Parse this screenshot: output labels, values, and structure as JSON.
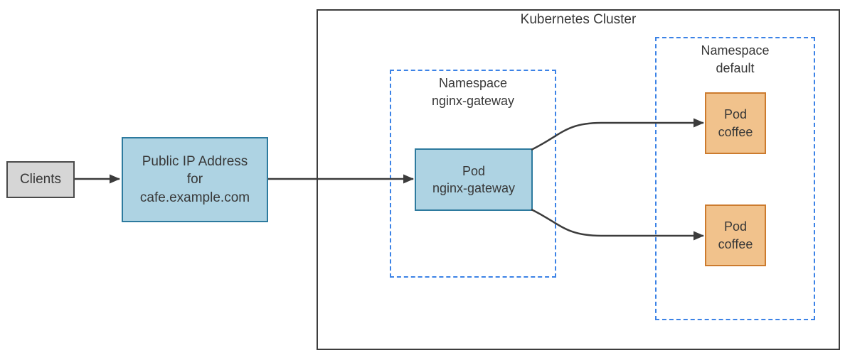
{
  "diagram": {
    "cluster_title": "Kubernetes Cluster",
    "nodes": {
      "clients": {
        "label": "Clients"
      },
      "public_ip": {
        "label": "Public IP Address\nfor\ncafe.example.com"
      },
      "namespace_gateway": {
        "label": "Namespace\nnginx-gateway"
      },
      "pod_gateway": {
        "label": "Pod\nnginx-gateway"
      },
      "namespace_default": {
        "label": "Namespace\ndefault"
      },
      "pod_coffee_top": {
        "label": "Pod\ncoffee"
      },
      "pod_coffee_bottom": {
        "label": "Pod\ncoffee"
      }
    },
    "colors": {
      "background": "#ffffff",
      "text": "#383838",
      "arrow": "#3c3c3c",
      "cluster_border": "#3d3d3d",
      "namespace_dashed_border": "#3b82e6",
      "blue_fill": "#aed3e3",
      "blue_border": "#2d7a9e",
      "orange_fill": "#f1c28c",
      "orange_border": "#cc7b2e",
      "gray_fill": "#d6d6d6",
      "gray_border": "#4a4a4a"
    }
  }
}
